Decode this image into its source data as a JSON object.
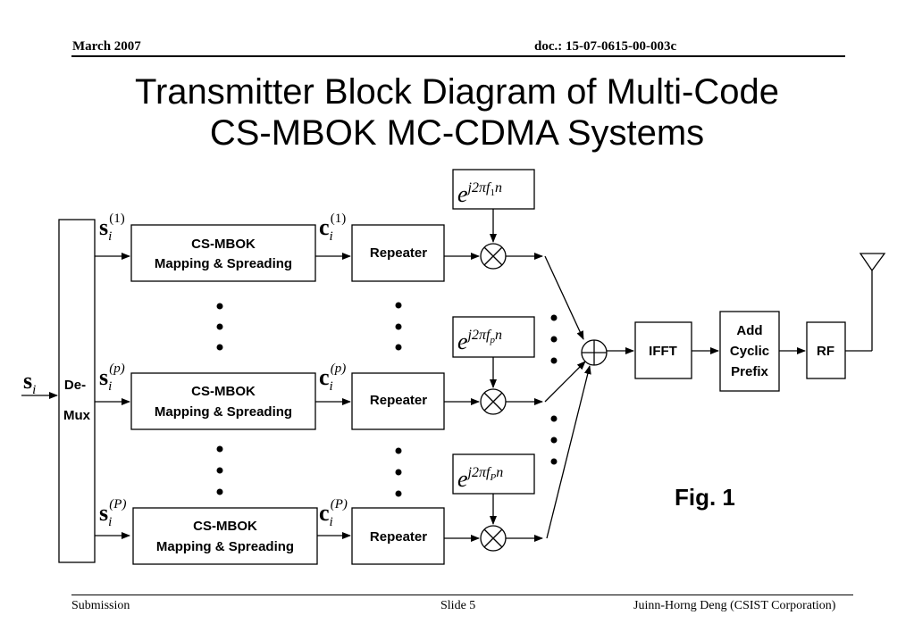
{
  "header": {
    "date": "March 2007",
    "doc": "doc.: 15-07-0615-00-003c"
  },
  "title": {
    "line1": "Transmitter Block Diagram of Multi-Code",
    "line2": "CS-MBOK MC-CDMA Systems"
  },
  "diagram": {
    "demux_label_1": "De-",
    "demux_label_2": "Mux",
    "input_symbol": "s",
    "input_sub": "i",
    "mapping_label_1": "CS-MBOK",
    "mapping_label_2": "Mapping & Spreading",
    "repeater_label": "Repeater",
    "ifft_label": "IFFT",
    "cp_label_1": "Add",
    "cp_label_2": "Cyclic",
    "cp_label_3": "Prefix",
    "rf_label": "RF",
    "s_symbol": "s",
    "c_symbol": "c",
    "sub_i": "i",
    "branch_indices": [
      "(1)",
      "(p)",
      "(P)"
    ],
    "osc_base": "e",
    "osc_exp_prefix": "j2πf",
    "osc_subs": [
      "1",
      "p",
      "P"
    ],
    "osc_exp_suffix": "n",
    "figure_label": "Fig. 1"
  },
  "footer": {
    "left": "Submission",
    "center": "Slide 5",
    "right": "Juinn-Horng Deng (CSIST Corporation)"
  }
}
